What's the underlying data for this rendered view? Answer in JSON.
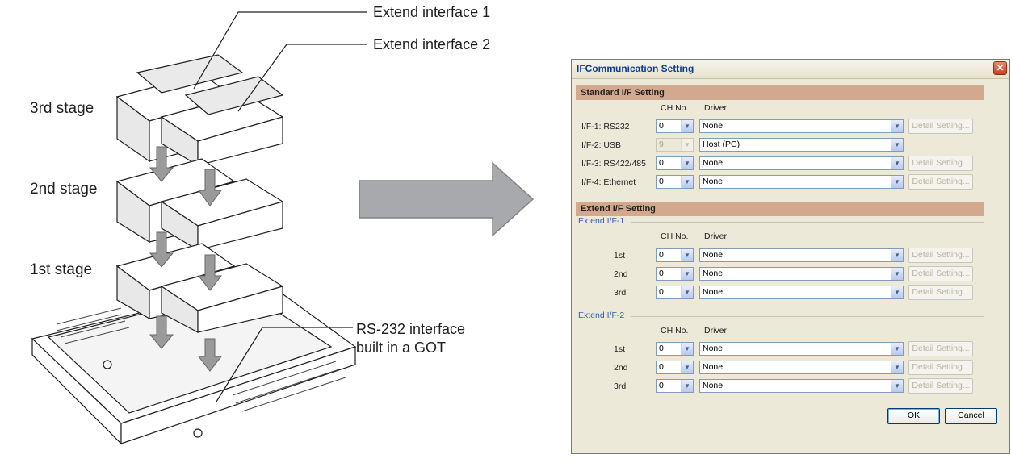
{
  "illustration": {
    "callouts": {
      "extend1": "Extend interface 1",
      "extend2": "Extend interface 2",
      "rs232_line1": "RS-232 interface",
      "rs232_line2": "built in a GOT"
    },
    "stages": [
      "3rd stage",
      "2nd stage",
      "1st stage"
    ]
  },
  "dialog": {
    "title": "IFCommunication Setting",
    "standard": {
      "header": "Standard I/F Setting",
      "col_ch": "CH No.",
      "col_driver": "Driver",
      "rows": [
        {
          "label": "I/F-1:  RS232",
          "ch": "0",
          "driver": "None",
          "button": "Detail Setting...",
          "ch_disabled": false,
          "has_button": true
        },
        {
          "label": "I/F-2:  USB",
          "ch": "9",
          "driver": "Host (PC)",
          "button": "",
          "ch_disabled": true,
          "has_button": false
        },
        {
          "label": "I/F-3:  RS422/485",
          "ch": "0",
          "driver": "None",
          "button": "Detail Setting...",
          "ch_disabled": false,
          "has_button": true
        },
        {
          "label": "I/F-4:  Ethernet",
          "ch": "0",
          "driver": "None",
          "button": "Detail Setting...",
          "ch_disabled": false,
          "has_button": true
        }
      ]
    },
    "extend": {
      "header": "Extend I/F Setting",
      "groups": [
        {
          "title": "Extend I/F-1",
          "col_ch": "CH No.",
          "col_driver": "Driver",
          "rows": [
            {
              "label": "1st",
              "ch": "0",
              "driver": "None",
              "button": "Detail Setting..."
            },
            {
              "label": "2nd",
              "ch": "0",
              "driver": "None",
              "button": "Detail Setting..."
            },
            {
              "label": "3rd",
              "ch": "0",
              "driver": "None",
              "button": "Detail Setting..."
            }
          ]
        },
        {
          "title": "Extend I/F-2",
          "col_ch": "CH No.",
          "col_driver": "Driver",
          "rows": [
            {
              "label": "1st",
              "ch": "0",
              "driver": "None",
              "button": "Detail Setting..."
            },
            {
              "label": "2nd",
              "ch": "0",
              "driver": "None",
              "button": "Detail Setting..."
            },
            {
              "label": "3rd",
              "ch": "0",
              "driver": "None",
              "button": "Detail Setting..."
            }
          ]
        }
      ]
    },
    "ok": "OK",
    "cancel": "Cancel",
    "close_glyph": "✕"
  }
}
